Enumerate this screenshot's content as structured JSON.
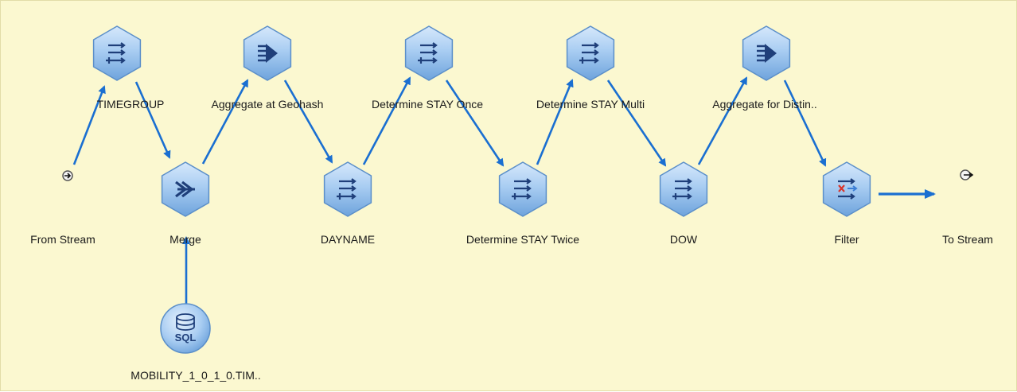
{
  "canvas": {
    "background": "#fbf8d0",
    "link_color": "#1a6fd1"
  },
  "nodes": {
    "from_stream": {
      "label": "From Stream",
      "icon": "stream-input-icon"
    },
    "timegroup": {
      "label": "TIMEGROUP",
      "icon": "derive-icon"
    },
    "merge": {
      "label": "Merge",
      "icon": "merge-icon"
    },
    "sql_source": {
      "label": "MOBILITY_1_0_1_0.TIM..",
      "icon": "sql-database-icon",
      "glyph": "SQL"
    },
    "aggregate_geohash": {
      "label": "Aggregate at Geohash",
      "icon": "aggregate-icon"
    },
    "dayname": {
      "label": "DAYNAME",
      "icon": "derive-icon"
    },
    "stay_once": {
      "label": "Determine STAY Once",
      "icon": "derive-icon"
    },
    "stay_twice": {
      "label": "Determine STAY Twice",
      "icon": "derive-icon"
    },
    "stay_multi": {
      "label": "Determine STAY Multi",
      "icon": "derive-icon"
    },
    "dow": {
      "label": "DOW",
      "icon": "derive-icon"
    },
    "aggregate_distinct": {
      "label": "Aggregate for Distin..",
      "icon": "aggregate-icon"
    },
    "filter": {
      "label": "Filter",
      "icon": "filter-icon"
    },
    "to_stream": {
      "label": "To Stream",
      "icon": "stream-output-icon"
    }
  }
}
